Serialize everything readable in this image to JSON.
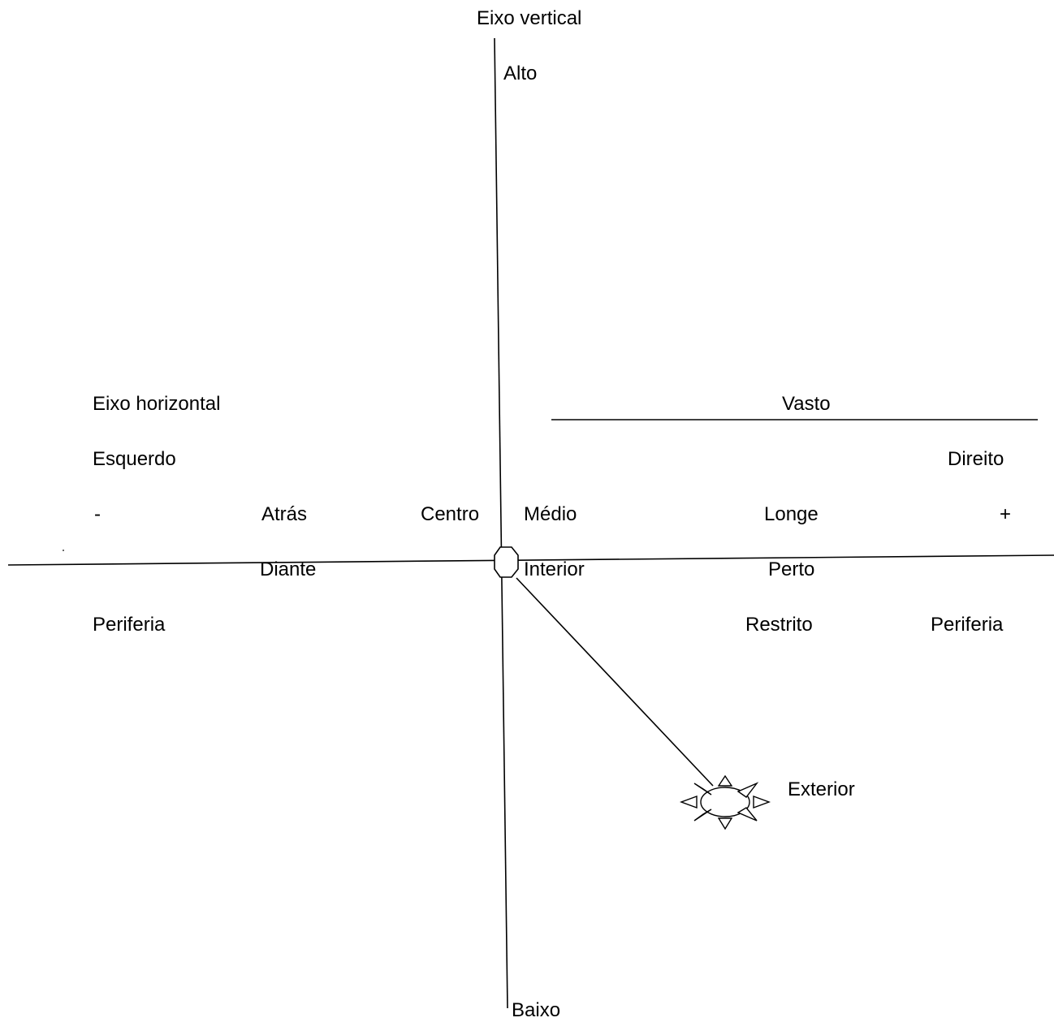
{
  "colors": {
    "background": "#ffffff",
    "stroke": "#000000",
    "text": "#000000"
  },
  "labels": {
    "eixo_vertical": "Eixo vertical",
    "alto": "Alto",
    "baixo": "Baixo",
    "eixo_horizontal": "Eixo horizontal",
    "vasto": "Vasto",
    "esquerdo": "Esquerdo",
    "direito": "Direito",
    "minus": "-",
    "plus": "+",
    "atras": "Atrás",
    "centro": "Centro",
    "medio": "Médio",
    "longe": "Longe",
    "diante": "Diante",
    "interior": "Interior",
    "perto": "Perto",
    "periferia_left": "Periferia",
    "restrito": "Restrito",
    "periferia_right": "Periferia",
    "exterior": "Exterior"
  },
  "icons": {
    "center_node": "octagon-icon",
    "exterior_node": "sun-icon"
  }
}
